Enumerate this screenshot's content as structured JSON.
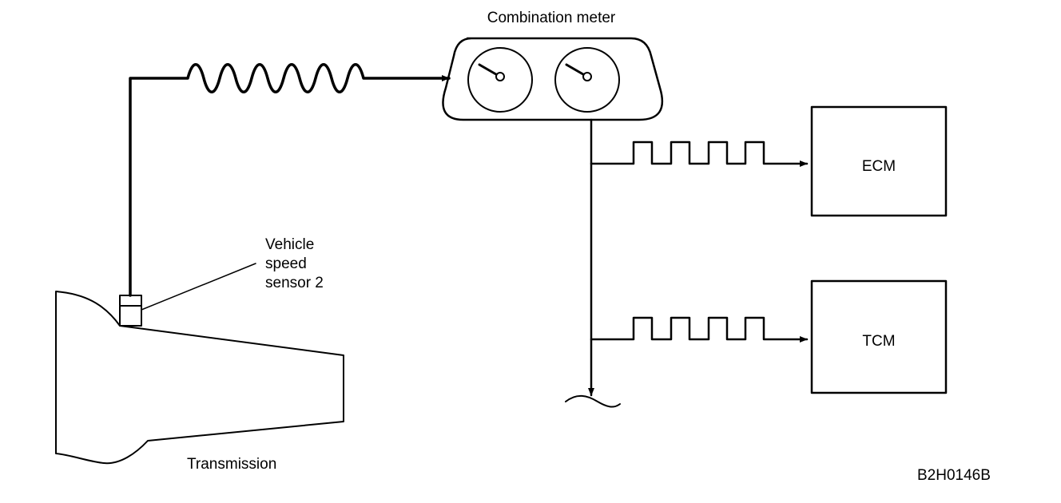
{
  "labels": {
    "combination_meter": "Combination meter",
    "ecm": "ECM",
    "tcm": "TCM",
    "sensor_line1": "Vehicle",
    "sensor_line2": "speed",
    "sensor_line3": "sensor 2",
    "transmission": "Transmission",
    "figure_code": "B2H0146B"
  },
  "colors": {
    "line": "#000000",
    "background": "#ffffff"
  }
}
